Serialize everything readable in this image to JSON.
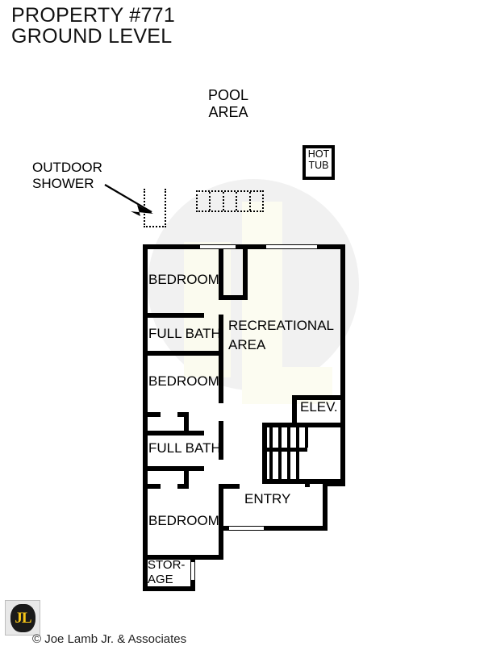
{
  "title": {
    "line1": "PROPERTY #771",
    "line2": "GROUND LEVEL"
  },
  "plan": {
    "pool_area": {
      "line1": "POOL",
      "line2": "AREA"
    },
    "hot_tub": {
      "line1": "HOT",
      "line2": "TUB"
    },
    "outdoor_shower": {
      "line1": "OUTDOOR",
      "line2": "SHOWER"
    },
    "rooms": [
      {
        "id": "bedroom-top",
        "label": "BEDROOM"
      },
      {
        "id": "full-bath-upper",
        "label": "FULL BATH"
      },
      {
        "id": "bedroom-middle",
        "label": "BEDROOM"
      },
      {
        "id": "full-bath-lower",
        "label": "FULL BATH"
      },
      {
        "id": "bedroom-bottom",
        "label": "BEDROOM"
      },
      {
        "id": "recreational-area-line1",
        "label": "RECREATIONAL"
      },
      {
        "id": "recreational-area-line2",
        "label": "AREA"
      },
      {
        "id": "elevator",
        "label": "ELEV."
      },
      {
        "id": "entry",
        "label": "ENTRY"
      },
      {
        "id": "storage-line1",
        "label": "STOR-"
      },
      {
        "id": "storage-line2",
        "label": "AGE"
      }
    ]
  },
  "footer": {
    "logo_initials": "JL",
    "copyright": "© Joe Lamb Jr. & Associates"
  },
  "colors": {
    "wall": "#000000",
    "background": "#ffffff",
    "watermark": "#f1f1f1",
    "watermark_accent": "#fcfcf1",
    "logo_yellow": "#F5C518",
    "logo_dark": "#1a1a1a"
  }
}
